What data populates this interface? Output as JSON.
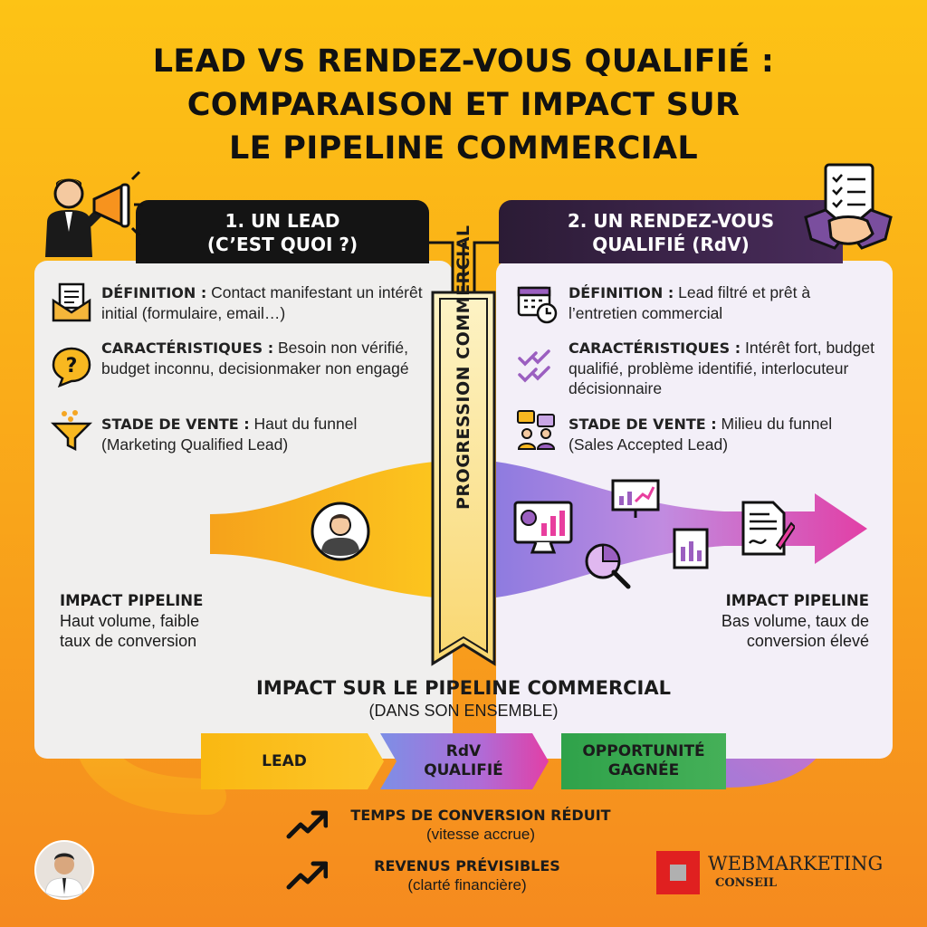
{
  "title": {
    "line1": "LEAD VS RENDEZ-VOUS QUALIFIÉ :",
    "line2": "COMPARAISON ET IMPACT SUR",
    "line3": "LE PIPELINE COMMERCIAL"
  },
  "lead": {
    "header_line1": "1. UN LEAD",
    "header_line2": "(C’EST QUOI ?)",
    "definition_label": "DÉFINITION :",
    "definition_text": "Contact manifestant un intérêt initial (formulaire, email…)",
    "caracteristiques_label": "CARACTÉRISTIQUES :",
    "caracteristiques_text": "Besoin non vérifié, budget inconnu, decisionmaker non engagé",
    "stade_label": "STADE DE VENTE :",
    "stade_text": "Haut du funnel (Marketing Qualified Lead)",
    "impact_title": "IMPACT PIPELINE",
    "impact_line1": "Haut volume, faible",
    "impact_line2": "taux de conversion"
  },
  "rdv": {
    "header_line1": "2. UN RENDEZ-VOUS",
    "header_line2": "QUALIFIÉ (RdV)",
    "definition_label": "DÉFINITION :",
    "definition_text": "Lead filtré et prêt à l’entretien commercial",
    "caracteristiques_label": "CARACTÉRISTIQUES :",
    "caracteristiques_text": "Intérêt fort, budget qualifié, problème identifié, interlocuteur décisionnaire",
    "stade_label": "STADE DE VENTE :",
    "stade_text": "Milieu du funnel (Sales Accepted Lead)",
    "impact_title": "IMPACT PIPELINE",
    "impact_line1": "Bas volume, taux de",
    "impact_line2": "conversion élevé"
  },
  "progression_label": "PROGRESSION COMMERCIAL",
  "pipeline": {
    "title": "IMPACT SUR LE PIPELINE COMMERCIAL",
    "subtitle": "(DANS SON ENSEMBLE)",
    "steps": [
      {
        "line1": "LEAD",
        "line2": ""
      },
      {
        "line1": "RdV",
        "line2": "QUALIFIÉ"
      },
      {
        "line1": "OPPORTUNITÉ",
        "line2": "GAGNÉE"
      }
    ]
  },
  "benefits": [
    {
      "title": "TEMPS DE CONVERSION RÉDUIT",
      "subtitle": "(vitesse accrue)"
    },
    {
      "title": "REVENUS PRÉVISIBLES",
      "subtitle": "(clarté financière)"
    }
  ],
  "brand": {
    "line1": "WEBMARKETING",
    "line2": "CONSEIL",
    "color": "#E02020"
  },
  "colors": {
    "lead_yellow": "#F8B800",
    "rdv_purple": "#9B5FC0",
    "rdv_pink": "#E83E9E",
    "opportunity_green": "#3BAA4B"
  }
}
